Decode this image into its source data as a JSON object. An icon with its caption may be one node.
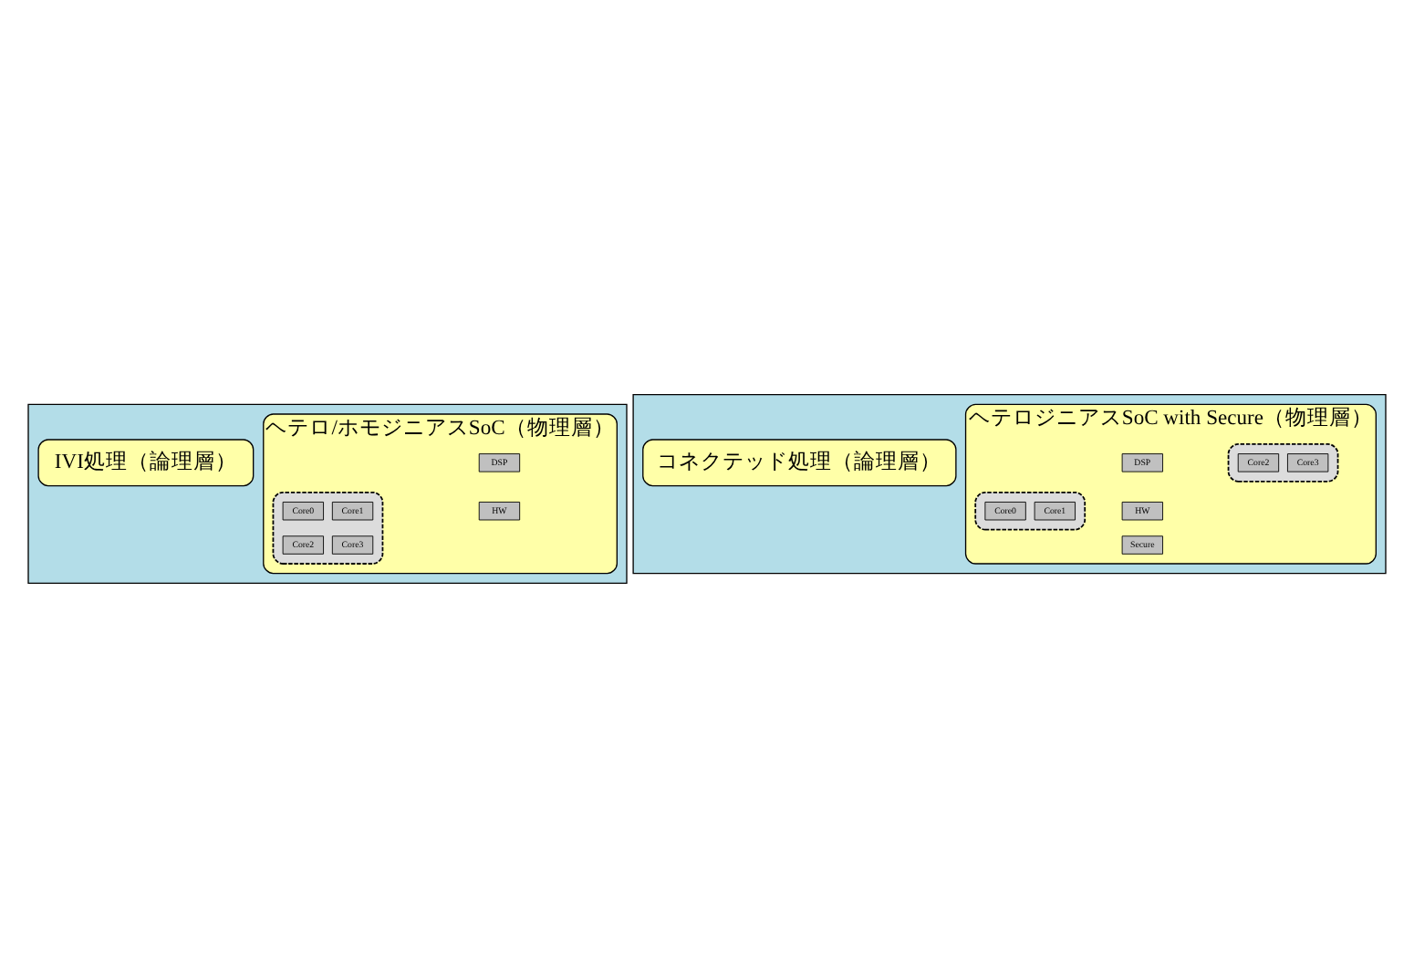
{
  "diagram": {
    "nodes": [
      {
        "text": [],
        "shape": "box"
      },
      {
        "text": [
          "IVI処理（論理層）"
        ],
        "in": 0
      },
      {
        "text": [
          "ヘテロ/ホモジニアスSoC（物理層）"
        ],
        "in": 0
      },
      {
        "text": [],
        "shape": "box",
        "in": 2
      },
      {
        "text": [
          "Core0"
        ],
        "in": 3
      },
      {
        "text": [
          "Core1"
        ],
        "in": 3
      },
      {
        "text": [
          "Core2"
        ],
        "in": 3
      },
      {
        "text": [
          "Core3"
        ],
        "in": 3
      },
      {
        "text": [
          "DSP"
        ],
        "in": 2
      },
      {
        "text": [
          "HW"
        ],
        "in": 2
      },
      {
        "text": [],
        "shape": "box"
      },
      {
        "text": [
          "コネクテッド処理（論理層）"
        ],
        "in": 10
      },
      {
        "text": [
          "ヘテロジニアスSoC with Secure（物理層）"
        ],
        "in": 10
      },
      {
        "text": [],
        "shape": "box",
        "in": 12
      },
      {
        "text": [
          "Core0"
        ],
        "in": 13
      },
      {
        "text": [
          "Core1"
        ],
        "in": 13
      },
      {
        "text": [],
        "shape": "box",
        "in": 12
      },
      {
        "text": [
          "Core2"
        ],
        "in": 16
      },
      {
        "text": [
          "Core3"
        ],
        "in": 16
      },
      {
        "text": [
          "DSP"
        ],
        "in": 12
      },
      {
        "text": [
          "HW"
        ],
        "in": 12
      },
      {
        "text": [
          "Secure"
        ],
        "in": 12
      }
    ],
    "edges": []
  }
}
